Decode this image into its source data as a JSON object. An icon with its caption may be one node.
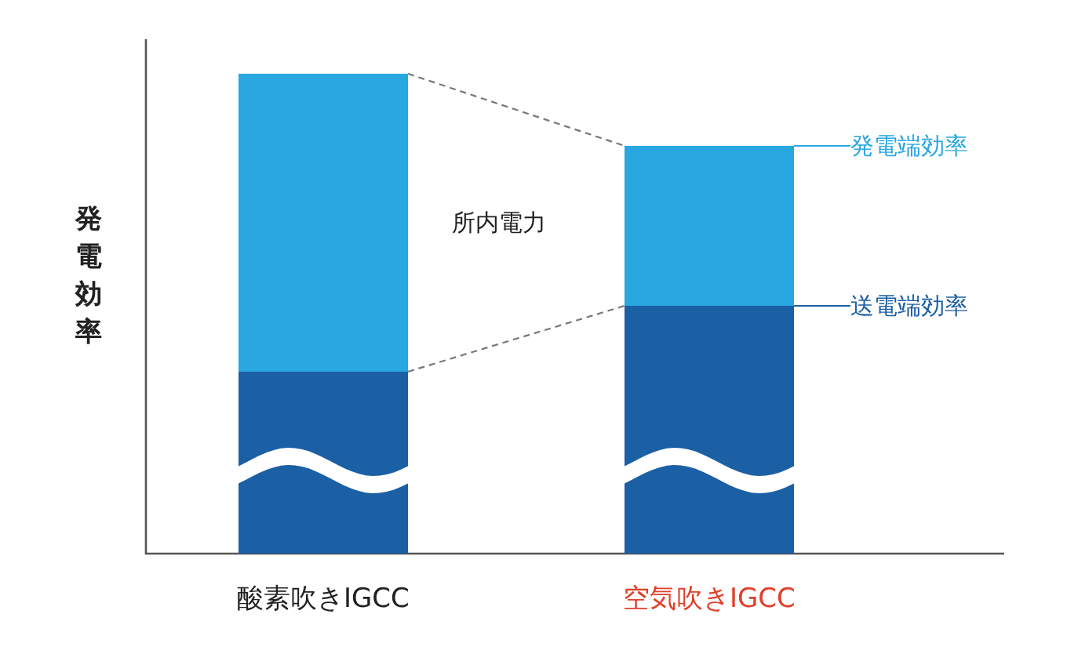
{
  "diagram": {
    "nodes": [
      {
        "text": [],
        "shape": "bar"
      },
      {
        "text": [],
        "shape": "bar"
      },
      {
        "text": [],
        "shape": "bar"
      },
      {
        "text": [],
        "shape": "bar"
      },
      {
        "text": [
          "発電端効率"
        ]
      },
      {
        "text": [
          "送電端効率"
        ]
      }
    ],
    "edges": [
      {
        "from": 0,
        "to": 2,
        "arrow": "none",
        "style": "dashed"
      },
      {
        "from": 1,
        "to": 3,
        "arrow": "none",
        "style": "dashed"
      },
      {
        "from": 4,
        "to": 2,
        "arrow": "none",
        "color": "#29a7e1"
      },
      {
        "from": 5,
        "to": 3,
        "arrow": "none",
        "color": "#1b5fa5"
      }
    ],
    "labels": [
      "発電効率",
      "所内電力",
      "酸素吹きIGCC",
      "空気吹きIGCC"
    ]
  }
}
